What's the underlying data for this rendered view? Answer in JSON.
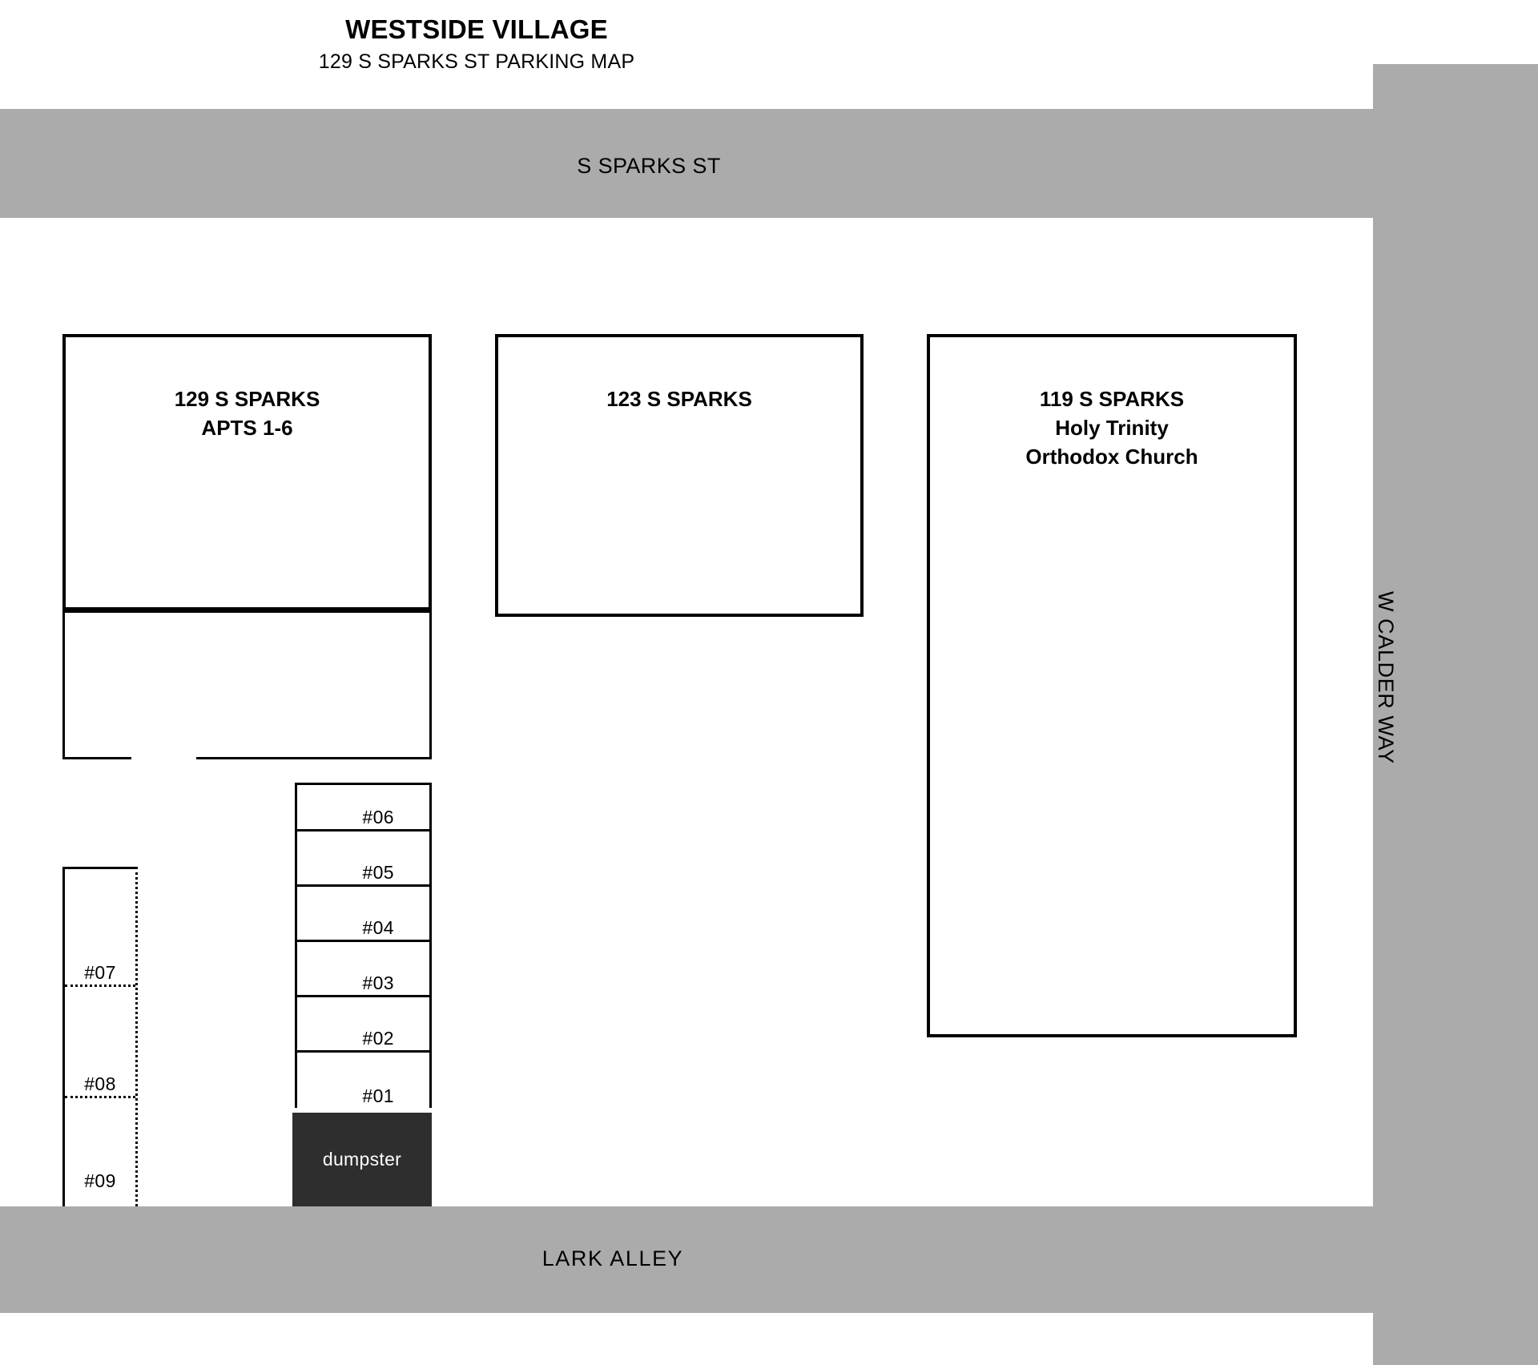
{
  "title": {
    "heading": "WESTSIDE VILLAGE",
    "subheading": "129 S SPARKS ST PARKING MAP"
  },
  "colors": {
    "street_fill": "#ababab",
    "dumpster_fill": "#2e2e2e",
    "line": "#000000",
    "parcel_fill": "#ffffff"
  },
  "streets": [
    {
      "id": "s-sparks-st",
      "label": "S SPARKS ST",
      "orientation": "horizontal",
      "position": "top"
    },
    {
      "id": "lark-alley",
      "label": "LARK   ALLEY",
      "orientation": "horizontal",
      "position": "bottom"
    },
    {
      "id": "w-calder-way",
      "label": "W CALDER WAY",
      "orientation": "vertical",
      "position": "right"
    }
  ],
  "buildings": [
    {
      "id": "129-s-sparks",
      "label": "129 S SPARKS\nAPTS 1-6",
      "address": "129 S SPARKS",
      "detail": "APTS 1-6"
    },
    {
      "id": "123-s-sparks",
      "label": "123 S SPARKS",
      "address": "123 S SPARKS",
      "detail": ""
    },
    {
      "id": "119-s-sparks",
      "label": "119 S SPARKS\nHoly Trinity\nOrthodox Church",
      "address": "119 S SPARKS",
      "detail": "Holy Trinity Orthodox Church"
    }
  ],
  "parking": {
    "main_bank": [
      {
        "id": "stall-06",
        "label": "#06"
      },
      {
        "id": "stall-05",
        "label": "#05"
      },
      {
        "id": "stall-04",
        "label": "#04"
      },
      {
        "id": "stall-03",
        "label": "#03"
      },
      {
        "id": "stall-02",
        "label": "#02"
      },
      {
        "id": "stall-01",
        "label": "#01"
      }
    ],
    "side_strip": [
      {
        "id": "stall-07",
        "label": "#07"
      },
      {
        "id": "stall-08",
        "label": "#08"
      },
      {
        "id": "stall-09",
        "label": "#09"
      }
    ]
  },
  "features": [
    {
      "id": "dumpster",
      "label": "dumpster"
    }
  ]
}
